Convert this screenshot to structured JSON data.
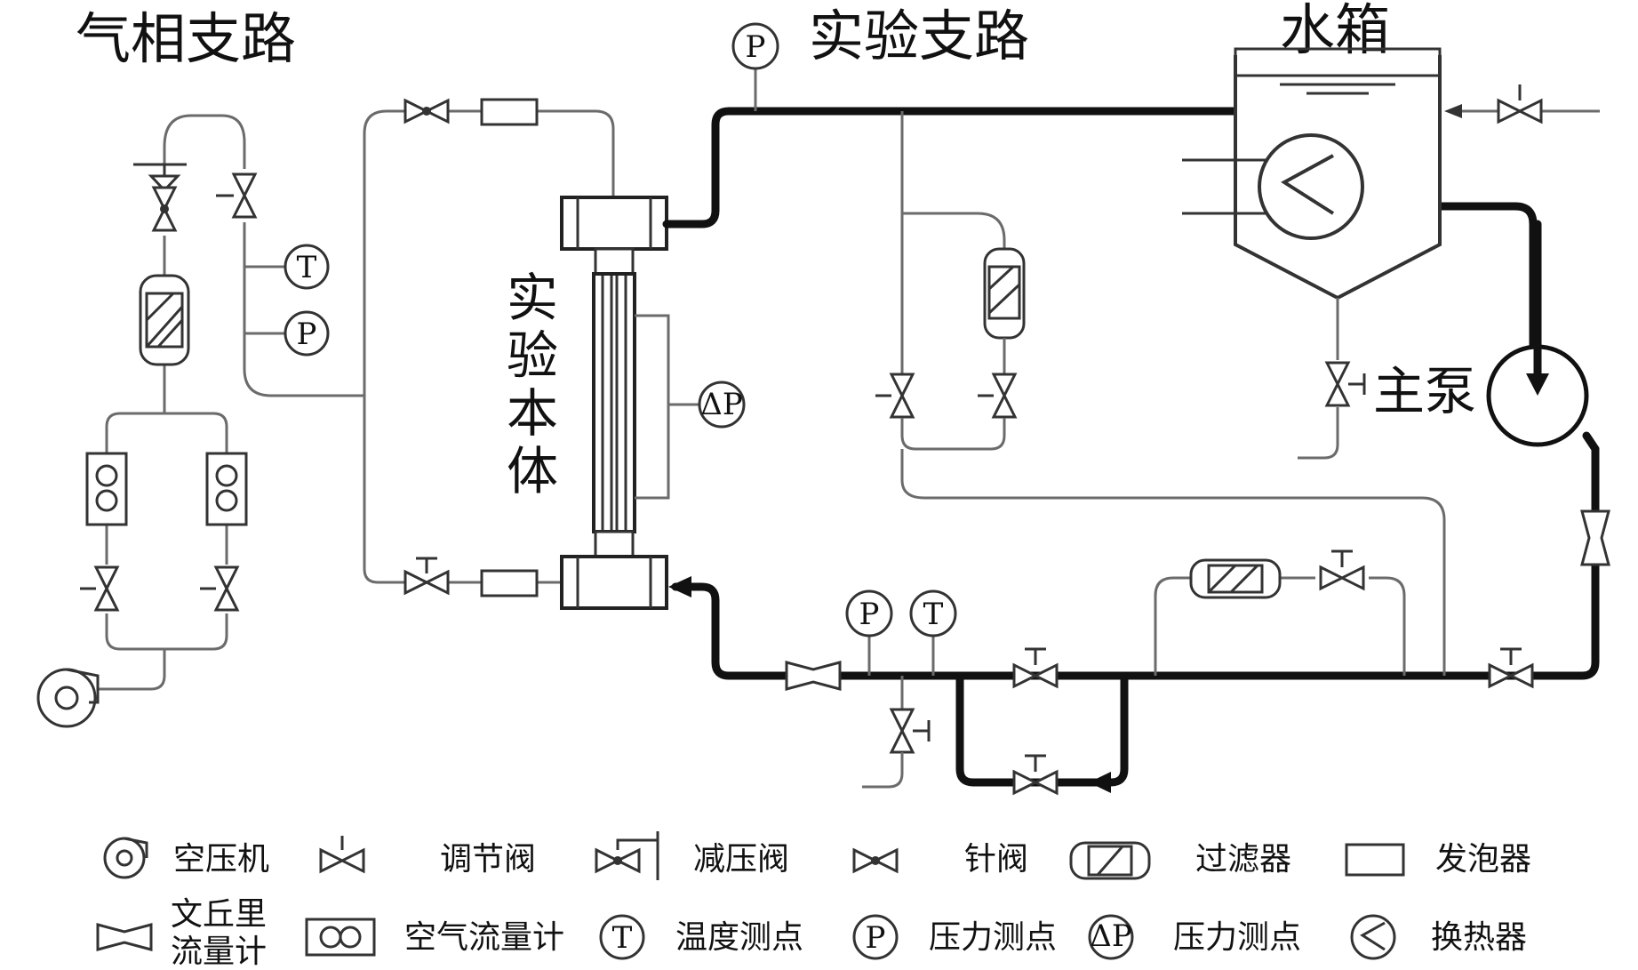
{
  "titles": {
    "gas_branch": "气相支路",
    "test_branch": "实验支路",
    "water_tank": "水箱",
    "main_pump": "主泵",
    "test_body": [
      "实",
      "验",
      "本",
      "体"
    ]
  },
  "gauge_letters": {
    "temperature": "T",
    "pressure": "P",
    "diff_pressure": "ΔP"
  },
  "legend": [
    {
      "symbol": "compressor-icon",
      "label": "空压机"
    },
    {
      "symbol": "regulating-valve-icon",
      "label": "调节阀"
    },
    {
      "symbol": "pressure-reducing-valve-icon",
      "label": "减压阀"
    },
    {
      "symbol": "needle-valve-icon",
      "label": "针阀"
    },
    {
      "symbol": "filter-icon",
      "label": "过滤器"
    },
    {
      "symbol": "foam-generator-icon",
      "label": "发泡器"
    },
    {
      "symbol": "venturi-icon",
      "label_lines": [
        "文丘里",
        "流量计"
      ]
    },
    {
      "symbol": "air-flowmeter-icon",
      "label": "空气流量计"
    },
    {
      "symbol": "temperature-point-icon",
      "letter": "T",
      "label": "温度测点"
    },
    {
      "symbol": "pressure-point-icon",
      "letter": "P",
      "label": "压力测点"
    },
    {
      "symbol": "diff-pressure-point-icon",
      "letter": "ΔP",
      "label": "压力测点"
    },
    {
      "symbol": "heat-exchanger-icon",
      "label": "换热器"
    }
  ]
}
